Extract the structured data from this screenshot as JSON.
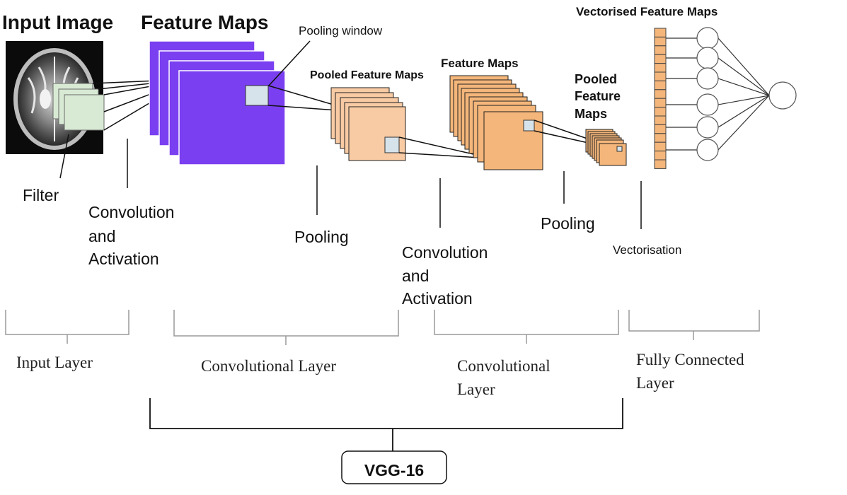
{
  "titles": {
    "input_image": "Input Image",
    "feature_maps_1": "Feature Maps",
    "pooling_window": "Pooling window",
    "pooled_feature_maps_1": "Pooled Feature Maps",
    "feature_maps_2": "Feature Maps",
    "pooled_feature_maps_2": [
      "Pooled",
      "Feature",
      "Maps"
    ],
    "vectorised_feature_maps": "Vectorised Feature Maps"
  },
  "operations": {
    "filter": "Filter",
    "convolution_activation_1": [
      "Convolution",
      "and",
      "Activation"
    ],
    "pooling_1": "Pooling",
    "convolution_activation_2": [
      "Convolution",
      "and",
      "Activation"
    ],
    "pooling_2": "Pooling",
    "vectorisation": "Vectorisation"
  },
  "layers": {
    "input": "Input Layer",
    "conv1": "Convolutional Layer",
    "conv2": [
      "Convolutional",
      "Layer"
    ],
    "fc": [
      "Fully Connected",
      "Layer"
    ]
  },
  "model_label": "VGG-16",
  "colors": {
    "feature_maps_purple": "#7a3ff0",
    "pooled_light_orange": "#f8cba4",
    "feature_maps_orange": "#f4b67a",
    "pooling_window_fill": "#d7e3ea",
    "filter_fill": "#d8ead4",
    "bracket_gray": "#9a9a9a"
  }
}
